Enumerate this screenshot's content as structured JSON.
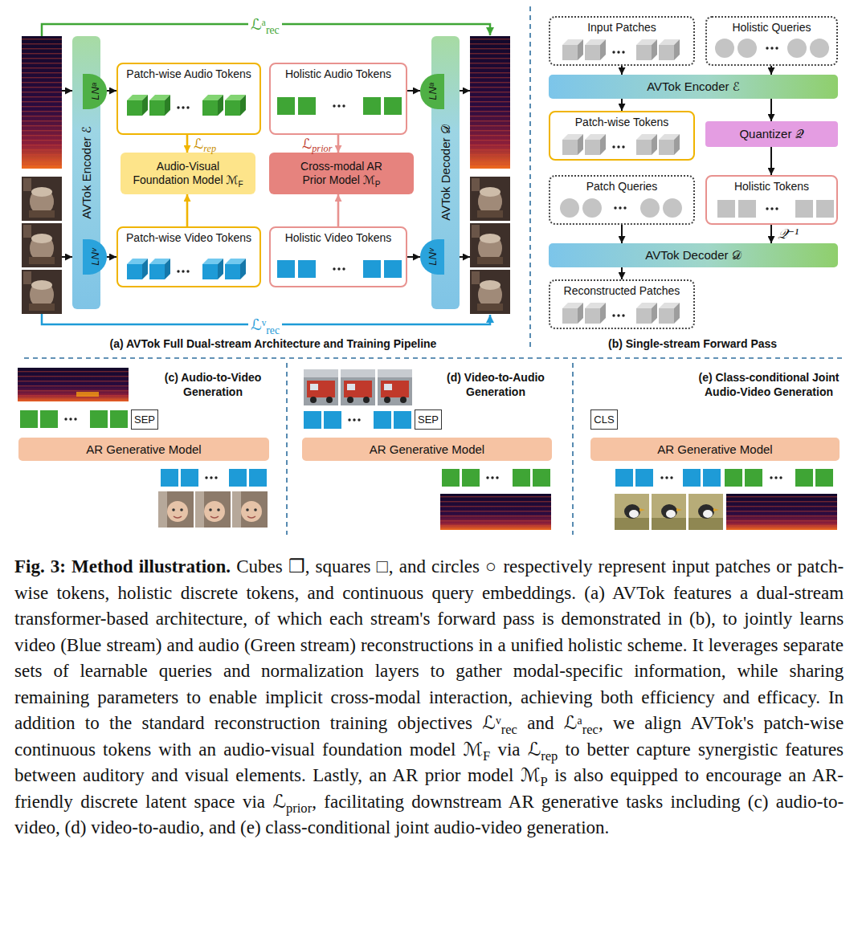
{
  "diagram": {
    "caption": "Fig. 3: Method illustration. Cubes ❒, squares □, and circles ○ respectively represent input patches or patch-wise tokens, holistic discrete tokens, and continuous query embeddings. (a) AVTok features a dual-stream transformer-based architecture, of which each stream's forward pass is demonstrated in (b), to jointly learns video (Blue stream) and audio (Green stream) reconstructions in a unified holistic scheme. It leverages separate sets of learnable queries and normalization layers to gather modal-specific information, while sharing remaining parameters to enable implicit cross-modal interaction, achieving both efficiency and efficacy. In addition to the standard reconstruction training objectives ℒᵛrec and ℒᵃrec, we align AVTok's patch-wise continuous tokens with an audio-visual foundation model ℳF via ℒrep to better capture synergistic features between auditory and visual elements. Lastly, an AR prior model ℳP is also equipped to encourage an AR-friendly discrete latent space via ℒprior, facilitating downstream AR generative tasks including (c) audio-to-video, (d) video-to-audio, and (e) class-conditional joint audio-video generation.",
    "nodes": [
      {
        "text": [
          "AVTok Encoder ℰ"
        ]
      },
      {
        "text": [
          "LNᵃ"
        ],
        "in": 0
      },
      {
        "text": [
          "LNᵛ"
        ],
        "in": 0
      },
      {
        "text": [
          "Patch-wise Audio Tokens"
        ]
      },
      {
        "text": [
          "Holistic Audio Tokens"
        ]
      },
      {
        "text": [
          "Audio-Visual Foundation Model ℳF"
        ]
      },
      {
        "text": [
          "Cross-modal AR Prior Model ℳP"
        ]
      },
      {
        "text": [
          "Patch-wise Video Tokens"
        ]
      },
      {
        "text": [
          "Holistic Video Tokens"
        ]
      },
      {
        "text": [
          "AVTok Decoder 𝒟"
        ]
      },
      {
        "text": [
          "LNᵃ"
        ],
        "in": 9
      },
      {
        "text": [
          "LNᵛ"
        ],
        "in": 9
      },
      {
        "text": [
          "Input Patches"
        ]
      },
      {
        "text": [
          "Holistic Queries"
        ]
      },
      {
        "text": [
          "AVTok Encoder ℰ"
        ]
      },
      {
        "text": [
          "Patch-wise Tokens"
        ]
      },
      {
        "text": [
          "Quantizer 𝒬"
        ]
      },
      {
        "text": [
          "Patch Queries"
        ]
      },
      {
        "text": [
          "Holistic Tokens"
        ]
      },
      {
        "text": [
          "AVTok Decoder 𝒟"
        ]
      },
      {
        "text": [
          "Reconstructed Patches"
        ]
      },
      {
        "text": [
          "SEP"
        ]
      },
      {
        "text": [
          "AR Generative Model"
        ]
      },
      {
        "text": [
          "SEP"
        ]
      },
      {
        "text": [
          "AR Generative Model"
        ]
      },
      {
        "text": [
          "CLS"
        ]
      },
      {
        "text": [
          "AR Generative Model"
        ]
      }
    ],
    "edges": [
      {
        "from": 3,
        "to": 5,
        "arrow": "to",
        "label": "ℒrep"
      },
      {
        "from": 7,
        "to": 5,
        "arrow": "to"
      },
      {
        "from": 4,
        "to": 6,
        "arrow": "to",
        "label": "ℒprior"
      },
      {
        "from": 8,
        "to": 6,
        "arrow": "to"
      },
      {
        "from": 1,
        "to": 3,
        "arrow": "to"
      },
      {
        "from": 2,
        "to": 7,
        "arrow": "to"
      },
      {
        "from": 4,
        "to": 10,
        "arrow": "to"
      },
      {
        "from": 8,
        "to": 11,
        "arrow": "to"
      },
      {
        "from": 12,
        "to": 14,
        "arrow": "to"
      },
      {
        "from": 13,
        "to": 14,
        "arrow": "to"
      },
      {
        "from": 14,
        "to": 15,
        "arrow": "to"
      },
      {
        "from": 14,
        "to": 16,
        "arrow": "to"
      },
      {
        "from": 16,
        "to": 18,
        "arrow": "to"
      },
      {
        "from": 18,
        "to": 19,
        "arrow": "to",
        "label": "𝒬⁻¹"
      },
      {
        "from": 17,
        "to": 19,
        "arrow": "to"
      },
      {
        "from": 19,
        "to": 20,
        "arrow": "to"
      }
    ],
    "labels": [
      "ℒᵃrec",
      "ℒᵛrec",
      "(a) AVTok Full Dual-stream Architecture and Training Pipeline",
      "(b) Single-stream Forward Pass",
      "(c) Audio-to-Video Generation",
      "(d) Video-to-Audio Generation",
      "(e) Class-conditional Joint Audio-Video Generation"
    ]
  }
}
